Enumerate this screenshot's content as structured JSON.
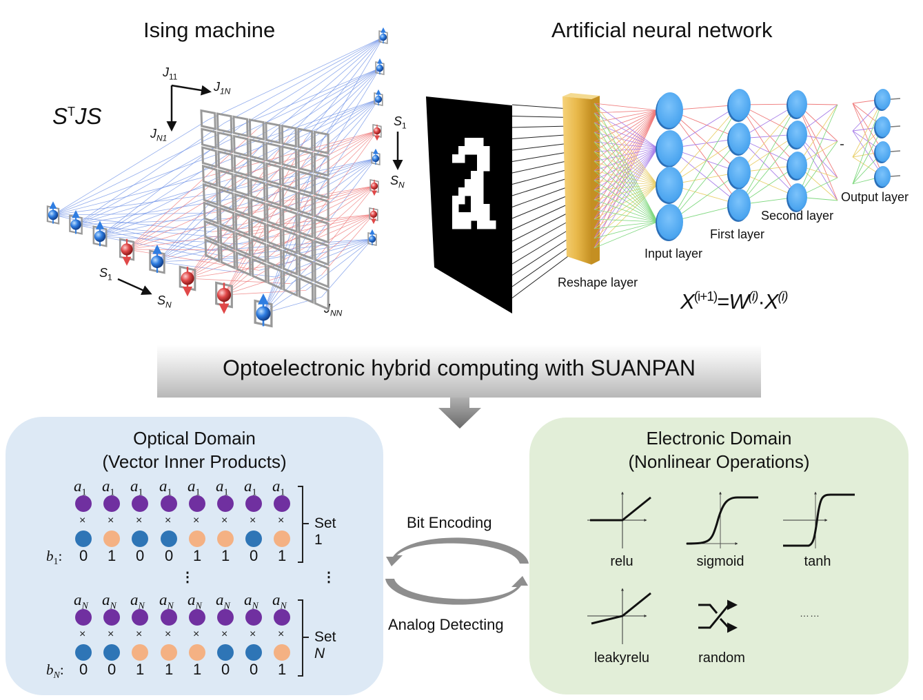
{
  "ising": {
    "title": "Ising machine",
    "formula": {
      "s": "S",
      "sup": "T",
      "js": "JS"
    },
    "j11": {
      "base": "J",
      "sub": "11"
    },
    "j1n": {
      "base": "J",
      "sub": "1N"
    },
    "jn1": {
      "base": "J",
      "sub": "N1"
    },
    "jnn": {
      "base": "J",
      "sub": "NN"
    },
    "bottom_s1": {
      "base": "S",
      "sub": "1"
    },
    "bottom_sn": {
      "base": "S",
      "sub": "N"
    },
    "right_s1": {
      "base": "S",
      "sub": "1"
    },
    "right_sn": {
      "base": "S",
      "sub": "N"
    },
    "grid_size": 8,
    "bottom_spins": [
      "up",
      "up",
      "up",
      "down",
      "up",
      "down",
      "down",
      "up"
    ],
    "right_spins": [
      "up",
      "up",
      "up",
      "down",
      "up",
      "down",
      "down",
      "up"
    ],
    "colors": {
      "spin_up": "#2f7de1",
      "spin_down": "#e04848",
      "up_line": "#6a8ee6",
      "down_line": "#ee7272",
      "grid": "#9a9a9a"
    }
  },
  "ann": {
    "title": "Artificial neural network",
    "layers": {
      "reshape": "Reshape layer",
      "input": "Input layer",
      "first": "First layer",
      "second": "Second layer",
      "output": "Output layer"
    },
    "equation": {
      "x1": "X",
      "sup1": "(i+1)",
      "eq": "=",
      "w": "W",
      "sup2": "(i)",
      "dot": "·",
      "x2": "X",
      "sup3": "(i)"
    },
    "colors": {
      "neuron": "#55aaf0",
      "reshape_bar": "#e8b84a",
      "edges": [
        "#ef7a7a",
        "#a77ee8",
        "#e9cf6a",
        "#7fd87f"
      ]
    }
  },
  "banner": {
    "text": "Optoelectronic hybrid computing with SUANPAN"
  },
  "optical": {
    "title_line1": "Optical Domain",
    "title_line2": "(Vector Inner Products)",
    "colors": {
      "a_dot": "#7030a0",
      "bit_0": "#2e75b6",
      "bit_1": "#f4b183",
      "panel": "#dde9f5"
    },
    "set1": {
      "label": "Set 1",
      "a_base": "a",
      "a_sub": "1",
      "b_base": "b",
      "b_sub": "1",
      "times": "×",
      "bits": [
        "0",
        "1",
        "0",
        "0",
        "1",
        "1",
        "0",
        "1"
      ]
    },
    "setN": {
      "label_base": "Set ",
      "label_var": "N",
      "a_base": "a",
      "a_sub": "N",
      "b_base": "b",
      "b_sub": "N",
      "times": "×",
      "bits": [
        "0",
        "0",
        "1",
        "1",
        "1",
        "0",
        "0",
        "1"
      ]
    },
    "vdots": "⋮"
  },
  "middle": {
    "top_label": "Bit Encoding",
    "bottom_label": "Analog Detecting"
  },
  "electronic": {
    "title_line1": "Electronic Domain",
    "title_line2": "(Nonlinear Operations)",
    "functions": [
      "relu",
      "sigmoid",
      "tanh",
      "leakyrelu",
      "random"
    ],
    "ellipsis": "……",
    "colors": {
      "panel": "#e2eed8"
    }
  }
}
